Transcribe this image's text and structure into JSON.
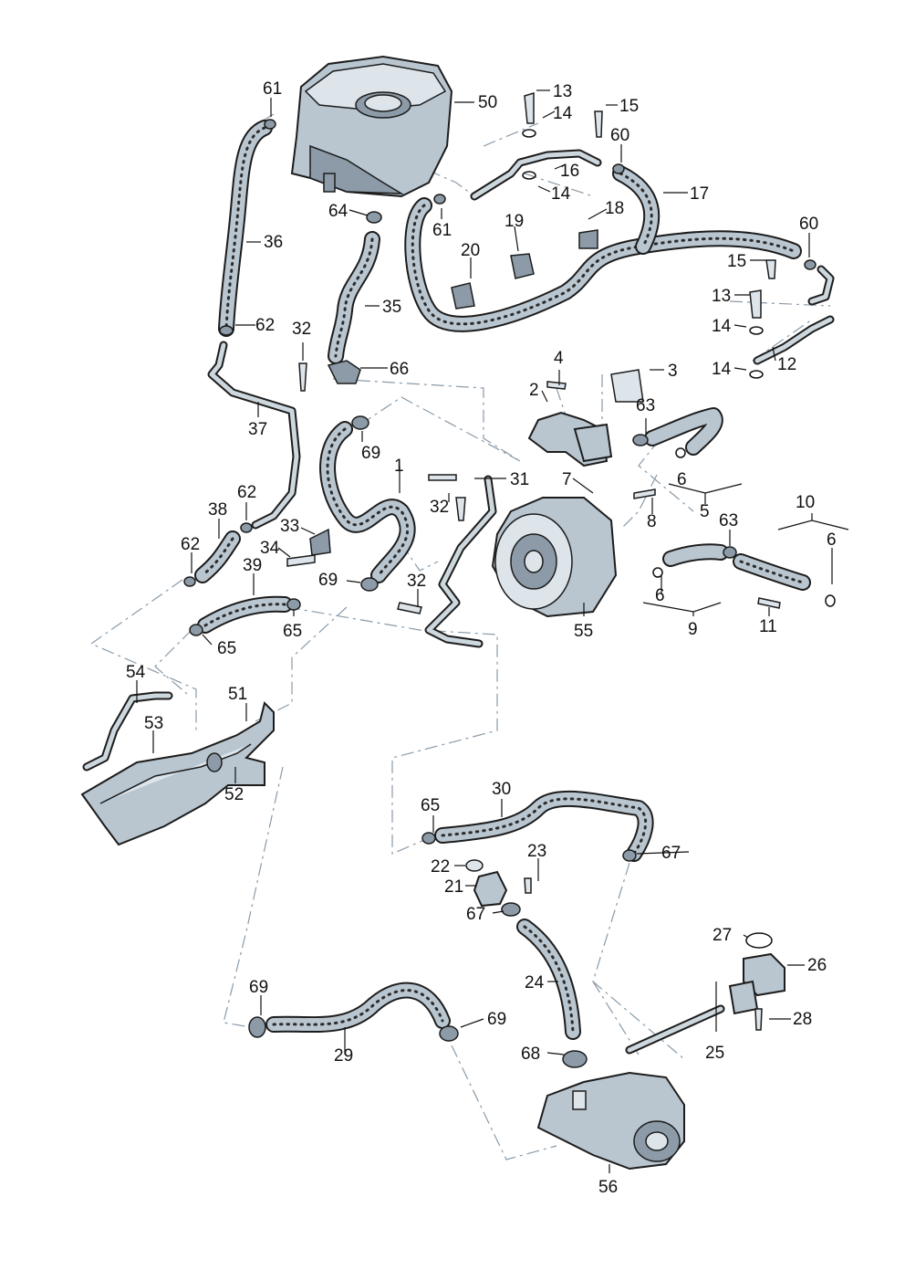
{
  "labels": {
    "l1": "1",
    "l2": "2",
    "l3": "3",
    "l4": "4",
    "l5": "5",
    "l6a": "6",
    "l6b": "6",
    "l6c": "6",
    "l7": "7",
    "l8": "8",
    "l9": "9",
    "l10": "10",
    "l11": "11",
    "l12": "12",
    "l13a": "13",
    "l13b": "13",
    "l14a": "14",
    "l14b": "14",
    "l14c": "14",
    "l14d": "14",
    "l15a": "15",
    "l15b": "15",
    "l16": "16",
    "l17": "17",
    "l18": "18",
    "l19": "19",
    "l20": "20",
    "l21": "21",
    "l22": "22",
    "l23": "23",
    "l24": "24",
    "l25": "25",
    "l26": "26",
    "l27": "27",
    "l28": "28",
    "l29": "29",
    "l30": "30",
    "l31": "31",
    "l32a": "32",
    "l32b": "32",
    "l32c": "32",
    "l33": "33",
    "l34": "34",
    "l35": "35",
    "l36": "36",
    "l37": "37",
    "l38": "38",
    "l39": "39",
    "l50": "50",
    "l51": "51",
    "l52": "52",
    "l53": "53",
    "l54": "54",
    "l55": "55",
    "l56": "56",
    "l60a": "60",
    "l60b": "60",
    "l61a": "61",
    "l61b": "61",
    "l62a": "62",
    "l62b": "62",
    "l62c": "62",
    "l63a": "63",
    "l63b": "63",
    "l64": "64",
    "l65a": "65",
    "l65b": "65",
    "l65c": "65",
    "l66": "66",
    "l67a": "67",
    "l67b": "67",
    "l68": "68",
    "l69a": "69",
    "l69b": "69",
    "l69c": "69",
    "l69d": "69"
  }
}
